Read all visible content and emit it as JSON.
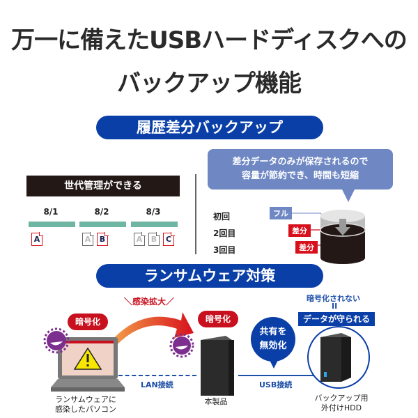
{
  "title": {
    "line1": "万一に備えたUSBハードディスクへの",
    "line2": "バックアップ機能"
  },
  "section1": {
    "header": "履歴差分バックアップ",
    "generation": {
      "label": "世代管理ができる",
      "columns": [
        {
          "date": "8/1",
          "files": [
            {
              "name": "A",
              "state": "new"
            }
          ]
        },
        {
          "date": "8/2",
          "files": [
            {
              "name": "A",
              "state": "old"
            },
            {
              "name": "B",
              "state": "new"
            }
          ]
        },
        {
          "date": "8/3",
          "files": [
            {
              "name": "A",
              "state": "old"
            },
            {
              "name": "B",
              "state": "old"
            },
            {
              "name": "C",
              "state": "new"
            }
          ]
        }
      ]
    },
    "bubble": {
      "line1": "差分データのみが保存されるので",
      "line2": "容量が節約でき、時間も短縮"
    },
    "rows": [
      {
        "label": "初回",
        "tag": "フル",
        "color": "#6f88c4"
      },
      {
        "label": "2回目",
        "tag": "差分",
        "color": "#d8101c"
      },
      {
        "label": "3回目",
        "tag": "差分",
        "color": "#d8101c"
      }
    ]
  },
  "section2": {
    "header": "ランサムウェア対策",
    "spread_label": "感染拡大",
    "encrypt_label_pc": "暗号化",
    "encrypt_label_nas": "暗号化",
    "not_encrypted": "暗号化されない",
    "equals": "II",
    "data_protected": "データが守られる",
    "share_disabled": {
      "line1": "共有を",
      "line2": "無効化"
    },
    "lan_label": "LAN接続",
    "usb_label": "USB接続",
    "pc_caption": {
      "line1": "ランサムウェアに",
      "line2": "感染したパソコン"
    },
    "nas_caption": "本製品",
    "hdd_caption": {
      "line1": "バックアップ用",
      "line2": "外付けHDD"
    }
  },
  "colors": {
    "navy": "#0a3fa8",
    "red": "#c8101e",
    "teal": "#6fb5a3",
    "bubble": "#6f88c4",
    "dark": "#231815"
  }
}
